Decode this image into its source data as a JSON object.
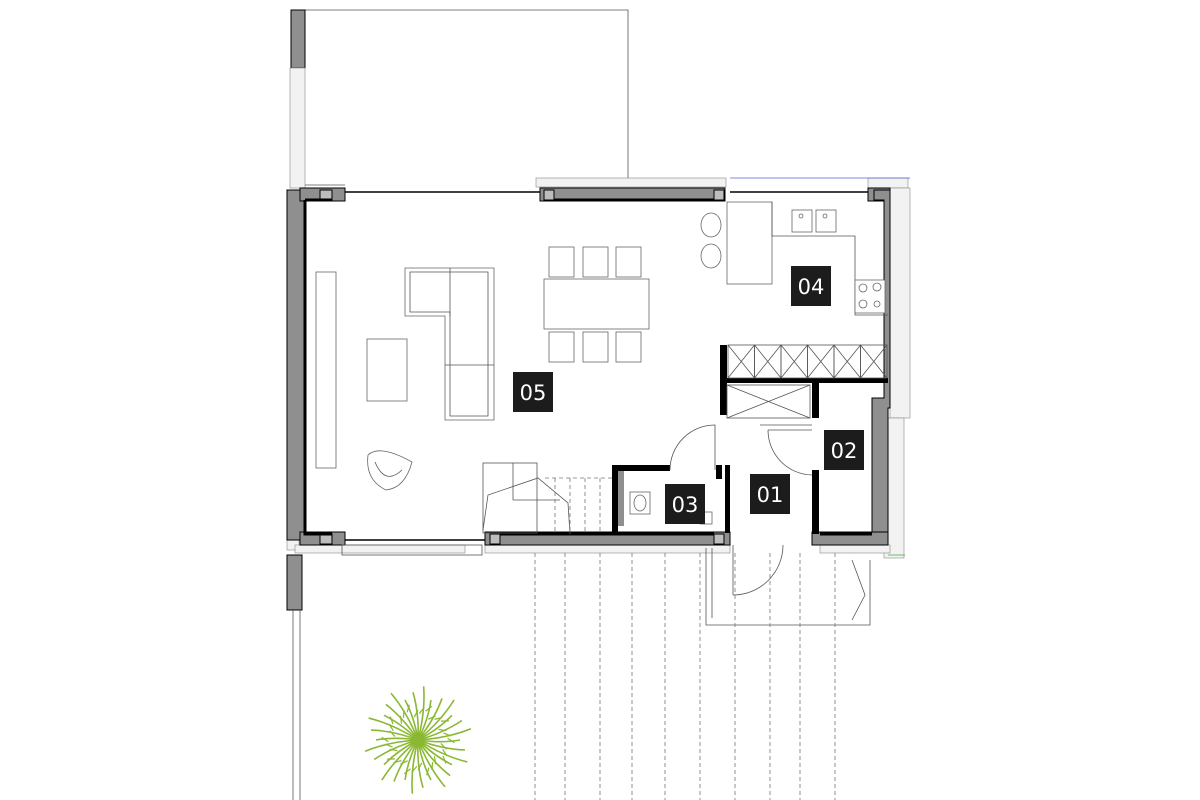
{
  "floor_plan": {
    "rooms": [
      {
        "id": "01"
      },
      {
        "id": "02"
      },
      {
        "id": "03"
      },
      {
        "id": "04"
      },
      {
        "id": "05"
      }
    ]
  },
  "colors": {
    "wall": "#8f8f8f",
    "label_bg": "#1c1c1c",
    "tree": "#8ab833"
  }
}
